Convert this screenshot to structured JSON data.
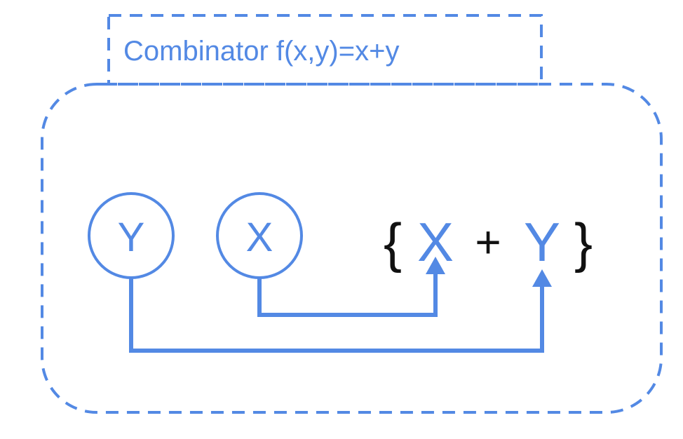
{
  "title": "Combinator f(x,y)=x+y",
  "inputs": {
    "y_label": "Y",
    "x_label": "X"
  },
  "expression": {
    "open_brace": "{",
    "x": "X",
    "operator": "+",
    "y": "Y",
    "close_brace": "}"
  },
  "colors": {
    "accent": "#5389E4",
    "text_dark": "#111111",
    "background": "#FFFFFF"
  }
}
